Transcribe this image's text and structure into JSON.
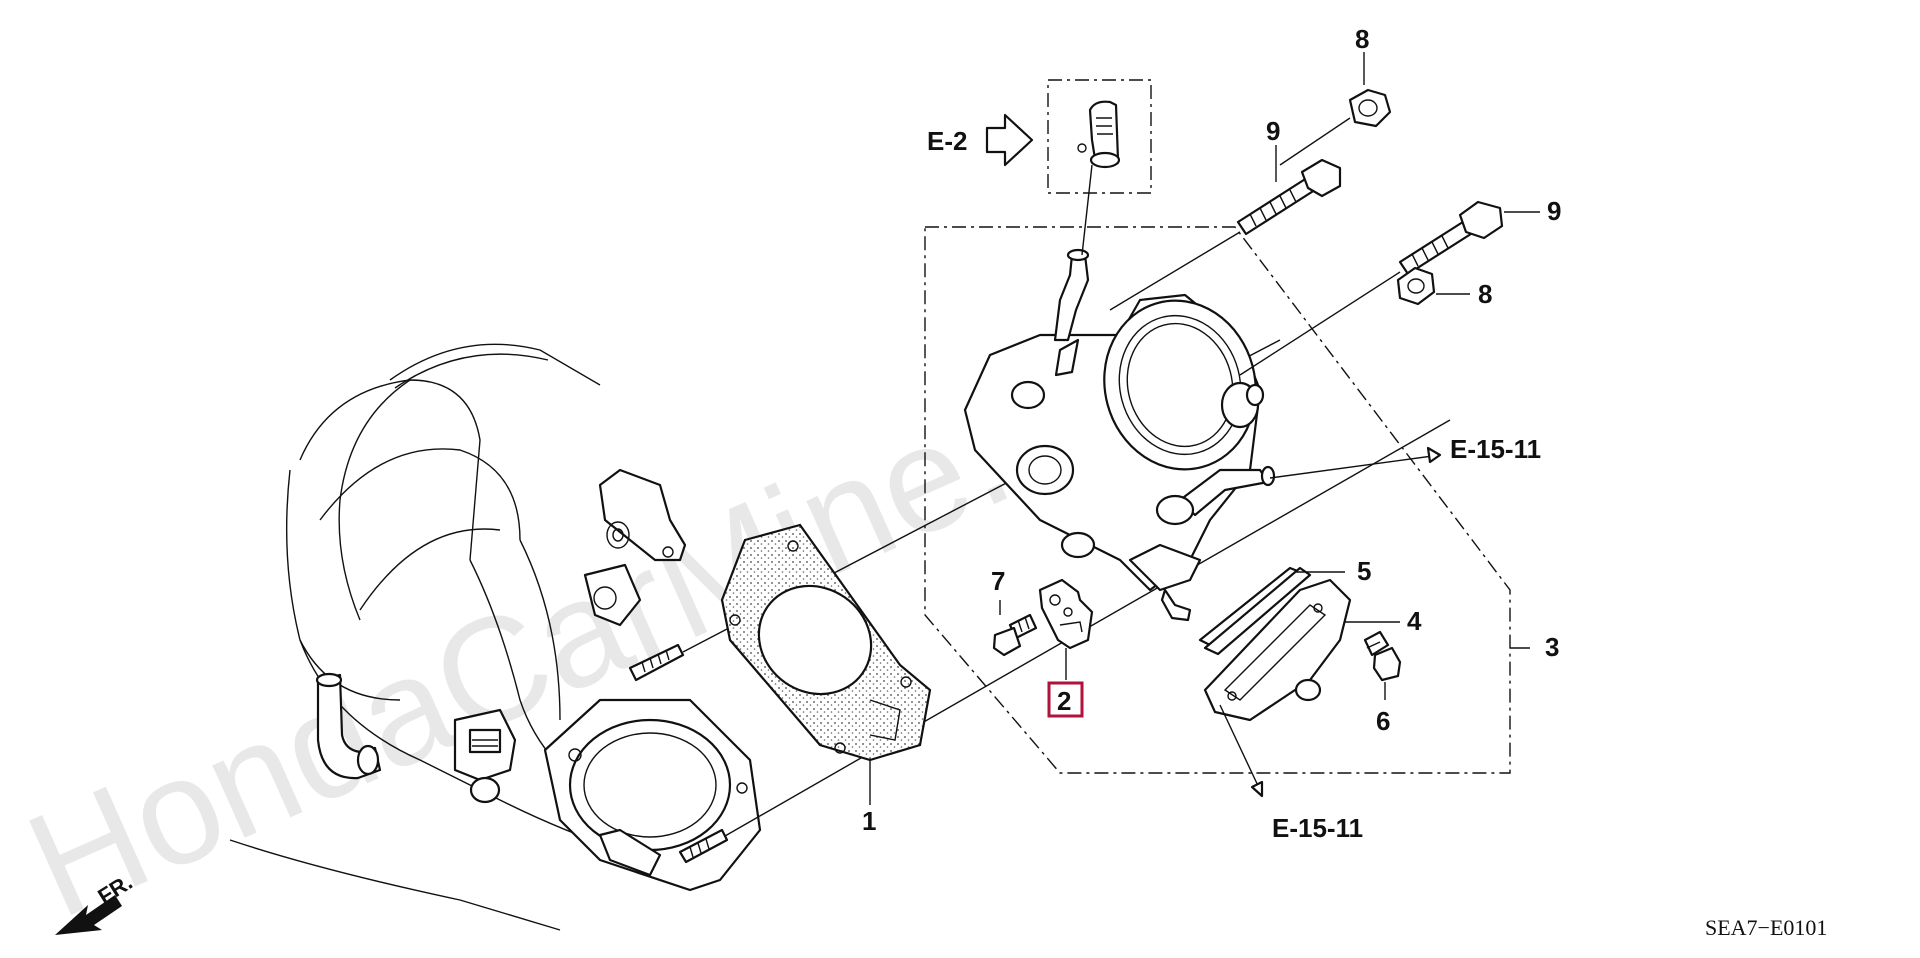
{
  "watermark": "HondaCarMine.ru",
  "diagram_code": "SEA7−E0101",
  "front_indicator": "FR.",
  "refs": {
    "e2": "E-2",
    "e15_right": "E-15-11",
    "e15_bottom": "E-15-11"
  },
  "callouts": {
    "p1": "1",
    "p2": "2",
    "p3": "3",
    "p4": "4",
    "p5": "5",
    "p6": "6",
    "p7": "7",
    "p8_top": "8",
    "p8_right": "8",
    "p9_top": "9",
    "p9_right": "9"
  },
  "colors": {
    "highlight": "#b0123b",
    "ink": "#111111",
    "watermark": "#e8e8e8"
  }
}
